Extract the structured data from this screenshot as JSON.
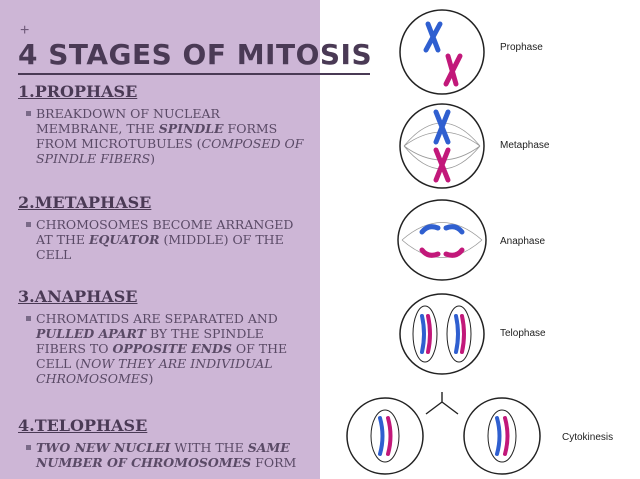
{
  "title": "4 STAGES OF MITOSIS",
  "stages": [
    {
      "heading": "1.PROPHASE",
      "lines": [
        [
          {
            "t": "BREAKDOWN OF NUCLEAR",
            "s": ""
          }
        ],
        [
          {
            "t": "MEMBRANE, THE ",
            "s": ""
          },
          {
            "t": "SPINDLE",
            "s": "b"
          },
          {
            "t": " FORMS",
            "s": ""
          }
        ],
        [
          {
            "t": "FROM MICROTUBULES (",
            "s": ""
          },
          {
            "t": "COMPOSED OF",
            "s": "i"
          }
        ],
        [
          {
            "t": "SPINDLE FIBERS",
            "s": "i"
          },
          {
            "t": ")",
            "s": ""
          }
        ]
      ]
    },
    {
      "heading": "2.METAPHASE",
      "lines": [
        [
          {
            "t": "CHROMOSOMES BECOME ARRANGED",
            "s": ""
          }
        ],
        [
          {
            "t": "AT THE ",
            "s": ""
          },
          {
            "t": "EQUATOR",
            "s": "b"
          },
          {
            "t": " (MIDDLE) OF THE",
            "s": ""
          }
        ],
        [
          {
            "t": "CELL",
            "s": ""
          }
        ]
      ]
    },
    {
      "heading": "3.ANAPHASE",
      "lines": [
        [
          {
            "t": "CHROMATIDS ARE SEPARATED AND",
            "s": ""
          }
        ],
        [
          {
            "t": "PULLED APART",
            "s": "b"
          },
          {
            "t": " BY THE SPINDLE",
            "s": ""
          }
        ],
        [
          {
            "t": "FIBERS TO ",
            "s": ""
          },
          {
            "t": "OPPOSITE ENDS",
            "s": "b"
          },
          {
            "t": " OF THE",
            "s": ""
          }
        ],
        [
          {
            "t": "CELL (",
            "s": ""
          },
          {
            "t": "NOW THEY ARE INDIVIDUAL",
            "s": "i"
          }
        ],
        [
          {
            "t": "CHROMOSOMES",
            "s": "i"
          },
          {
            "t": ")",
            "s": ""
          }
        ]
      ]
    },
    {
      "heading": "4.TELOPHASE",
      "lines": [
        [
          {
            "t": "TWO NEW NUCLEI",
            "s": "b"
          },
          {
            "t": " WITH THE ",
            "s": ""
          },
          {
            "t": "SAME",
            "s": "b"
          }
        ],
        [
          {
            "t": "NUMBER OF CHROMOSOMES",
            "s": "b"
          },
          {
            "t": " FORM",
            "s": ""
          }
        ]
      ]
    }
  ],
  "diagram_labels": {
    "prophase": "Prophase",
    "metaphase": "Metaphase",
    "anaphase": "Anaphase",
    "telophase": "Telophase",
    "cytokinesis": "Cytokinesis"
  },
  "colors": {
    "panel": "#cdb6d6",
    "text": "#4a3a55",
    "chrom_blue": "#2f5fd0",
    "chrom_magenta": "#c2187a"
  }
}
